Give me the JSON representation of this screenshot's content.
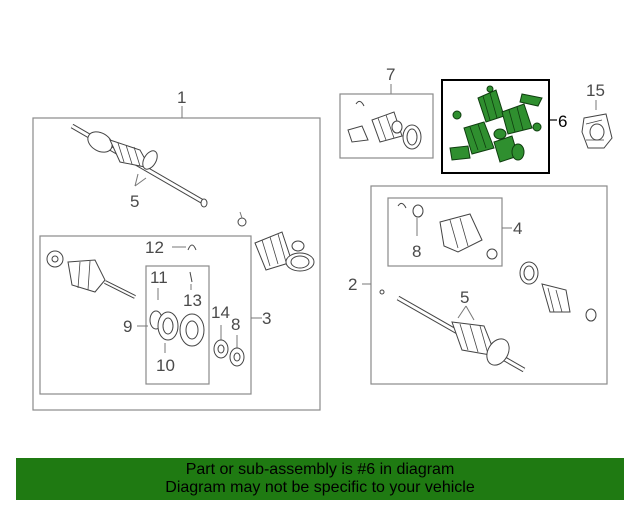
{
  "callouts": {
    "c1": "1",
    "c2": "2",
    "c3": "3",
    "c4": "4",
    "c5a": "5",
    "c5b": "5",
    "c6": "6",
    "c7": "7",
    "c8a": "8",
    "c8b": "8",
    "c9": "9",
    "c10": "10",
    "c11": "11",
    "c12": "12",
    "c13": "13",
    "c14": "14",
    "c15": "15"
  },
  "footer": {
    "line1": "Part or sub-assembly is #6 in diagram",
    "line2": "Diagram may not be specific to your vehicle"
  },
  "colors": {
    "highlight_part": "#2f8f2f",
    "highlight_box": "#000000",
    "footer_bg": "#1f7a12"
  }
}
